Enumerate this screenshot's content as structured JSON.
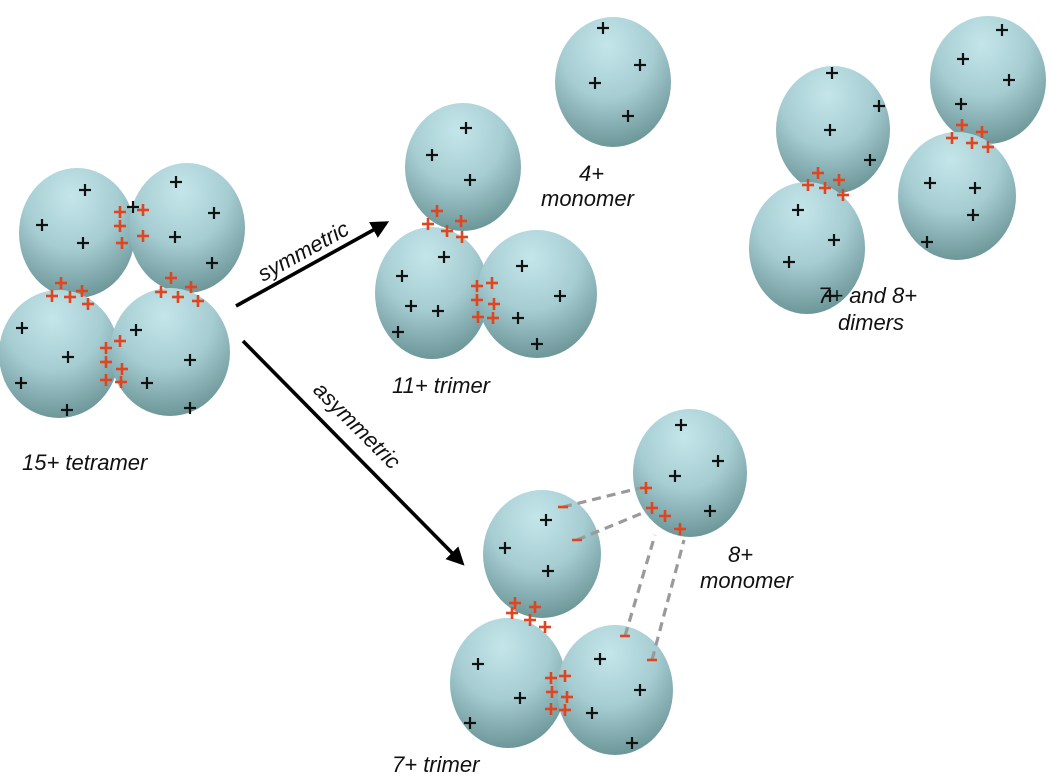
{
  "colors": {
    "subunit_light": "#bfe2e6",
    "subunit_dark": "#5f8a8c",
    "charge_black": "#111111",
    "charge_red": "#e0451f",
    "interaction_line": "#9a9a9a"
  },
  "labels": {
    "tetramer": "15+ tetramer",
    "sym_trimer": "11+ trimer",
    "sym_monomer_charge": "4+",
    "sym_monomer_word": "monomer",
    "dimers_charge": "7+ and 8+",
    "dimers_word": "dimers",
    "asym_trimer": "7+ trimer",
    "asym_monomer_charge": "8+",
    "asym_monomer_word": "monomer"
  },
  "arrows": {
    "symmetric": "symmetric",
    "asymmetric": "asymmetric"
  }
}
